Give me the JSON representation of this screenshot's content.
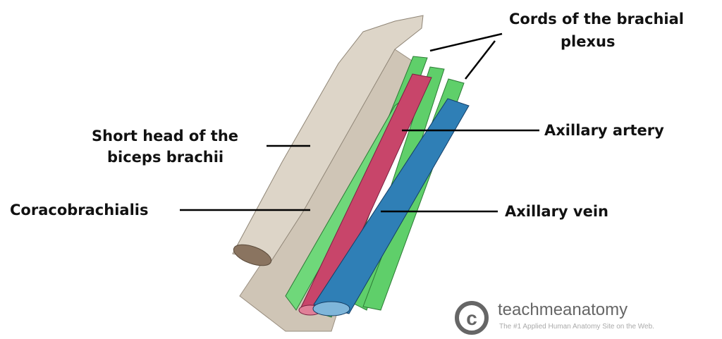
{
  "labels": {
    "cords_line1": "Cords of the brachial",
    "cords_line2": "plexus",
    "short_head_line1": "Short head of the",
    "short_head_line2": "biceps brachii",
    "axillary_artery": "Axillary artery",
    "coracobrachialis": "Coracobrachialis",
    "axillary_vein": "Axillary vein"
  },
  "watermark": {
    "brand": "teachmeanatomy",
    "tagline": "The #1 Applied Human Anatomy Site on the Web."
  },
  "colors": {
    "muscle": "#d9d0c4",
    "artery": "#c8456a",
    "vein": "#2f7fb6",
    "nerve": "#5fcf6a"
  }
}
